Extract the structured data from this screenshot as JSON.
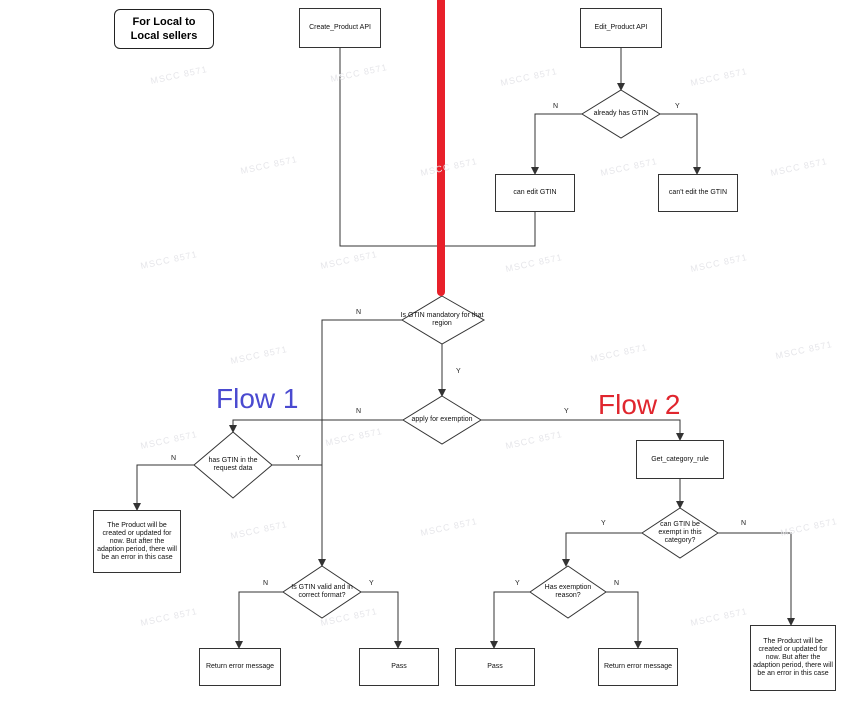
{
  "title": "For Local to\nLocal sellers",
  "watermark": "MSCC 8571",
  "flow_labels": {
    "flow1": "Flow 1",
    "flow2": "Flow 2"
  },
  "colors": {
    "flow1": "#4a4ad0",
    "flow2": "#e0262e",
    "divider": "#e8202a",
    "line": "#333333"
  },
  "boxes": {
    "create_api": "Create_Product API",
    "edit_api": "Edit_Product API",
    "can_edit": "can edit GTIN",
    "cant_edit": "can't edit the GTIN",
    "get_rule": "Get_category_rule",
    "warn_left": "The Product will be created or updated for now. But after the adaption period, there will be an error in this case",
    "warn_right": "The Product will be created or updated for now. But after the adaption period, there will be an error in this case",
    "return_left": "Return error message",
    "pass_left": "Pass",
    "pass_right": "Pass",
    "return_right": "Return error message"
  },
  "decisions": {
    "has_gtin": "already has GTIN",
    "mandatory": "Is GTIN mandatory for that region",
    "exemption": "apply for exemption",
    "in_request": "has GTIN in the request data",
    "valid": "Is GTIN valid and in correct format?",
    "can_exempt": "can GTIN be exempt in this category?",
    "has_reason": "Has exemption reason?"
  },
  "edge_labels": {
    "has_gtin_n": "N",
    "has_gtin_y": "Y",
    "mandatory_n": "N",
    "mandatory_y": "Y",
    "exemption_n": "N",
    "exemption_y": "Y",
    "in_request_n": "N",
    "in_request_y": "Y",
    "valid_n": "N",
    "valid_y": "Y",
    "can_exempt_y": "Y",
    "can_exempt_n": "N",
    "has_reason_y": "Y",
    "has_reason_n": "N"
  }
}
